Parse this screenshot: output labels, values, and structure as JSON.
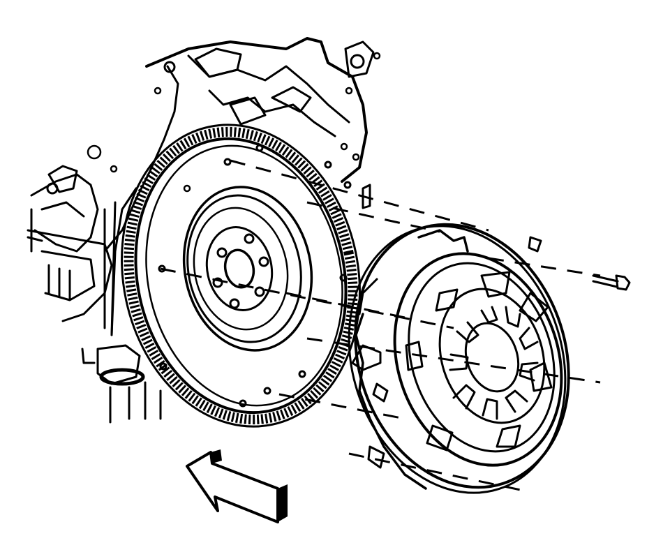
{
  "diagram": {
    "kind": "exploded-assembly-line-art",
    "parts": [
      {
        "id": "engine-block",
        "icon": "engine-block-icon"
      },
      {
        "id": "flywheel",
        "icon": "flywheel-icon"
      },
      {
        "id": "pressure-plate",
        "icon": "clutch-pressure-plate-icon"
      },
      {
        "id": "bolt",
        "icon": "bolt-icon"
      },
      {
        "id": "direction-arrow",
        "icon": "hollow-arrow-icon"
      }
    ],
    "stroke_color": "#000000",
    "background_color": "#ffffff",
    "flywheel_bolt_holes": 6,
    "pressure_plate_fingers": 9
  }
}
